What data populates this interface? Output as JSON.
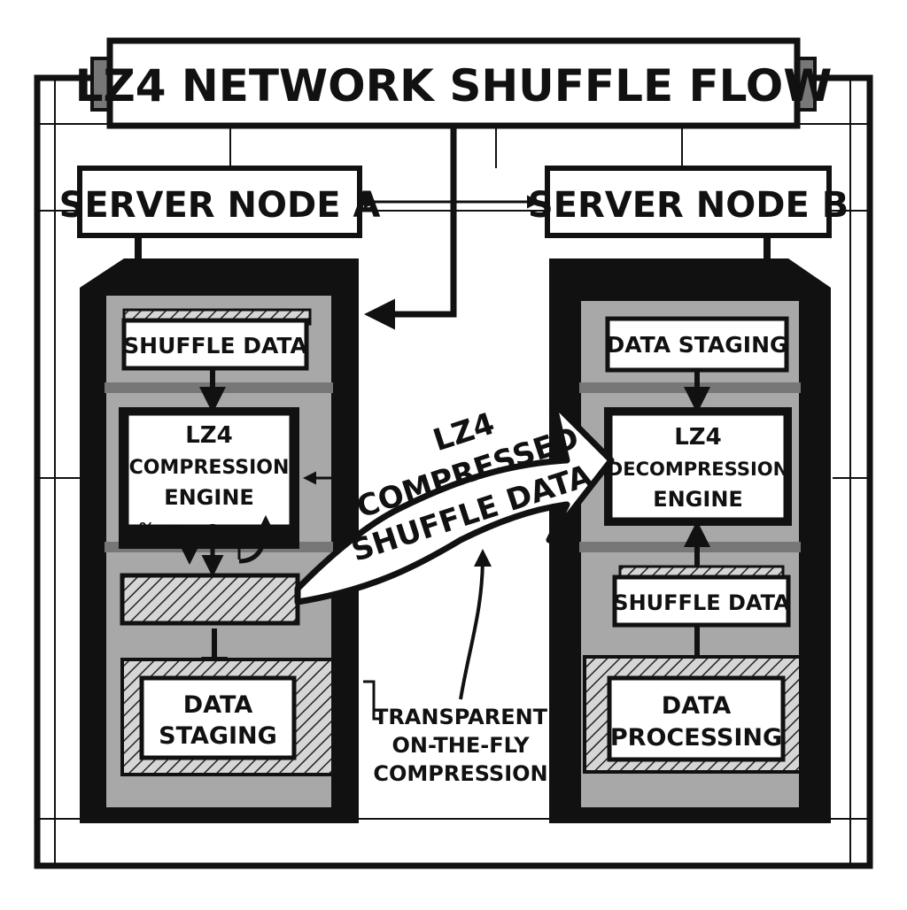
{
  "title": "LZ4 NETWORK SHUFFLE FLOW",
  "node_a": {
    "label": "SERVER NODE A",
    "top_box": "SHUFFLE DATA",
    "engine_line1": "LZ4",
    "engine_line2": "COMPRESSION",
    "engine_line3": "ENGINE",
    "engine_glyph": "%",
    "bottom_line1": "DATA",
    "bottom_line2": "STAGING"
  },
  "node_b": {
    "label": "SERVER NODE B",
    "top_box": "DATA STAGING",
    "engine_line1": "LZ4",
    "engine_line2": "DECOMPRESSION",
    "engine_line3": "ENGINE",
    "middle_box": "SHUFFLE DATA",
    "bottom_line1": "DATA",
    "bottom_line2": "PROCESSING"
  },
  "transfer": {
    "line1": "LZ4",
    "line2": "COMPRESSED",
    "line3": "SHUFFLE DATA"
  },
  "annotation": {
    "line1": "TRANSPARENT",
    "line2": "ON-THE-FLY",
    "line3": "COMPRESSION"
  },
  "colors": {
    "ink": "#111111",
    "panel": "#c8c8c8",
    "rack": "#9c9c9c",
    "paper": "#ffffff"
  }
}
